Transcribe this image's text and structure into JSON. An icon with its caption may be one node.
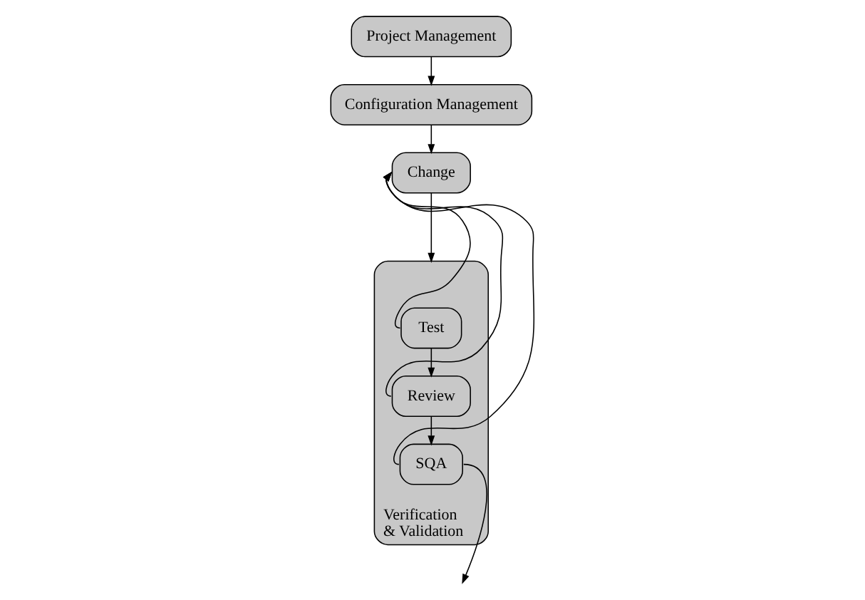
{
  "diagram": {
    "nodes": [
      {
        "text": [
          "Project Management"
        ]
      },
      {
        "text": [
          "Configuration Management"
        ]
      },
      {
        "text": [
          "Change"
        ]
      },
      {
        "text": [
          "Verification & Validation"
        ]
      },
      {
        "text": [
          "Test"
        ],
        "in": 3
      },
      {
        "text": [
          "Review"
        ],
        "in": 3
      },
      {
        "text": [
          "SQA"
        ],
        "in": 3
      }
    ],
    "edges": [
      {
        "from": 0,
        "to": 1,
        "arrow": "to"
      },
      {
        "from": 1,
        "to": 2,
        "arrow": "to"
      },
      {
        "from": 2,
        "to": 3,
        "arrow": "to"
      },
      {
        "from": 4,
        "to": 5,
        "arrow": "to"
      },
      {
        "from": 5,
        "to": 6,
        "arrow": "to"
      },
      {
        "from": 6,
        "to": null,
        "arrow": "to"
      },
      {
        "from": 4,
        "to": 2,
        "arrow": "to"
      },
      {
        "from": 5,
        "to": 2,
        "arrow": "to"
      },
      {
        "from": 6,
        "to": 2,
        "arrow": "to"
      }
    ]
  }
}
